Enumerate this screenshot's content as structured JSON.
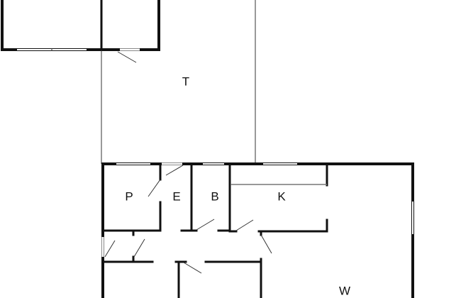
{
  "title": "Floor plan",
  "rooms": {
    "terrace": "T",
    "p": "P",
    "entrance": "E",
    "bathroom": "B",
    "kitchen": "K",
    "living": "W"
  },
  "colors": {
    "wall": "#111111",
    "background": "#ffffff"
  }
}
